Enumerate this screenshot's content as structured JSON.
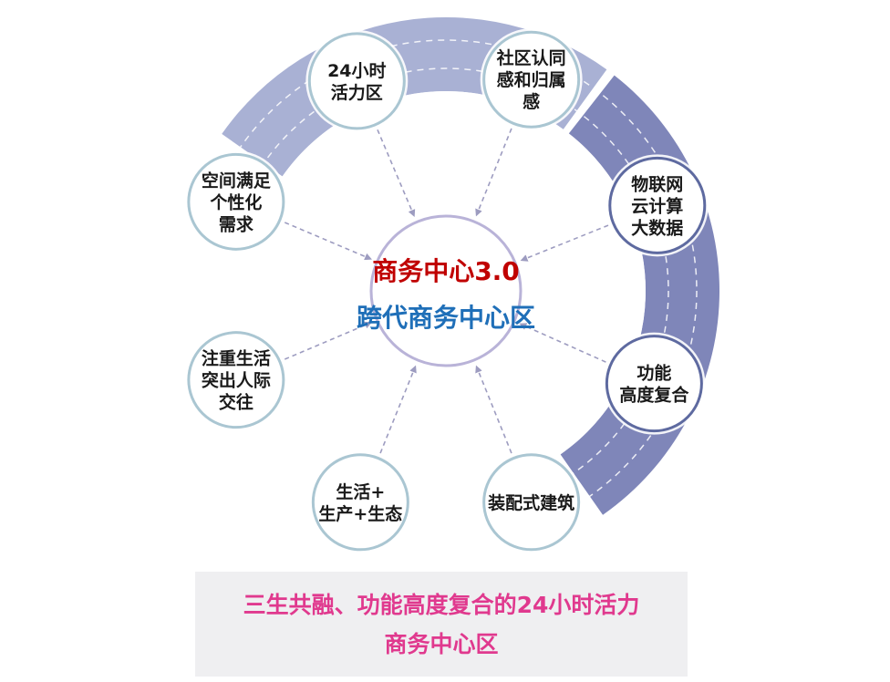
{
  "colors": {
    "ring_light": "#c5cbe5",
    "ring_mid": "#a9b1d4",
    "ring_dark": "#7f86b9",
    "node_border": "#aac6d2",
    "node_border_dark": "#5e6aa0",
    "center_border": "#b9b3d8",
    "arrow": "#9d9cc0",
    "center_title": "#c00000",
    "center_sub": "#1f6fb8",
    "caption_text": "#e0398e",
    "caption_bg": "#efeff1"
  },
  "center": {
    "title": "商务中心3.0",
    "subtitle": "跨代商务中心区"
  },
  "nodes": [
    {
      "id": "node-24h",
      "lines": [
        "24小时",
        "活力区"
      ]
    },
    {
      "id": "node-community",
      "lines": [
        "社区认同",
        "感和归属",
        "感"
      ]
    },
    {
      "id": "node-iot",
      "lines": [
        "物联网",
        "云计算",
        "大数据"
      ]
    },
    {
      "id": "node-function",
      "lines": [
        "功能",
        "高度复合"
      ]
    },
    {
      "id": "node-prefab",
      "lines": [
        "装配式建筑"
      ]
    },
    {
      "id": "node-life",
      "lines": [
        "生活+",
        "生产+生态"
      ]
    },
    {
      "id": "node-social",
      "lines": [
        "注重生活",
        "突出人际",
        "交往"
      ]
    },
    {
      "id": "node-space",
      "lines": [
        "空间满足",
        "个性化",
        "需求"
      ]
    }
  ],
  "caption": {
    "line1": "三生共融、功能高度复合的24小时活力",
    "line2": "商务中心区"
  }
}
